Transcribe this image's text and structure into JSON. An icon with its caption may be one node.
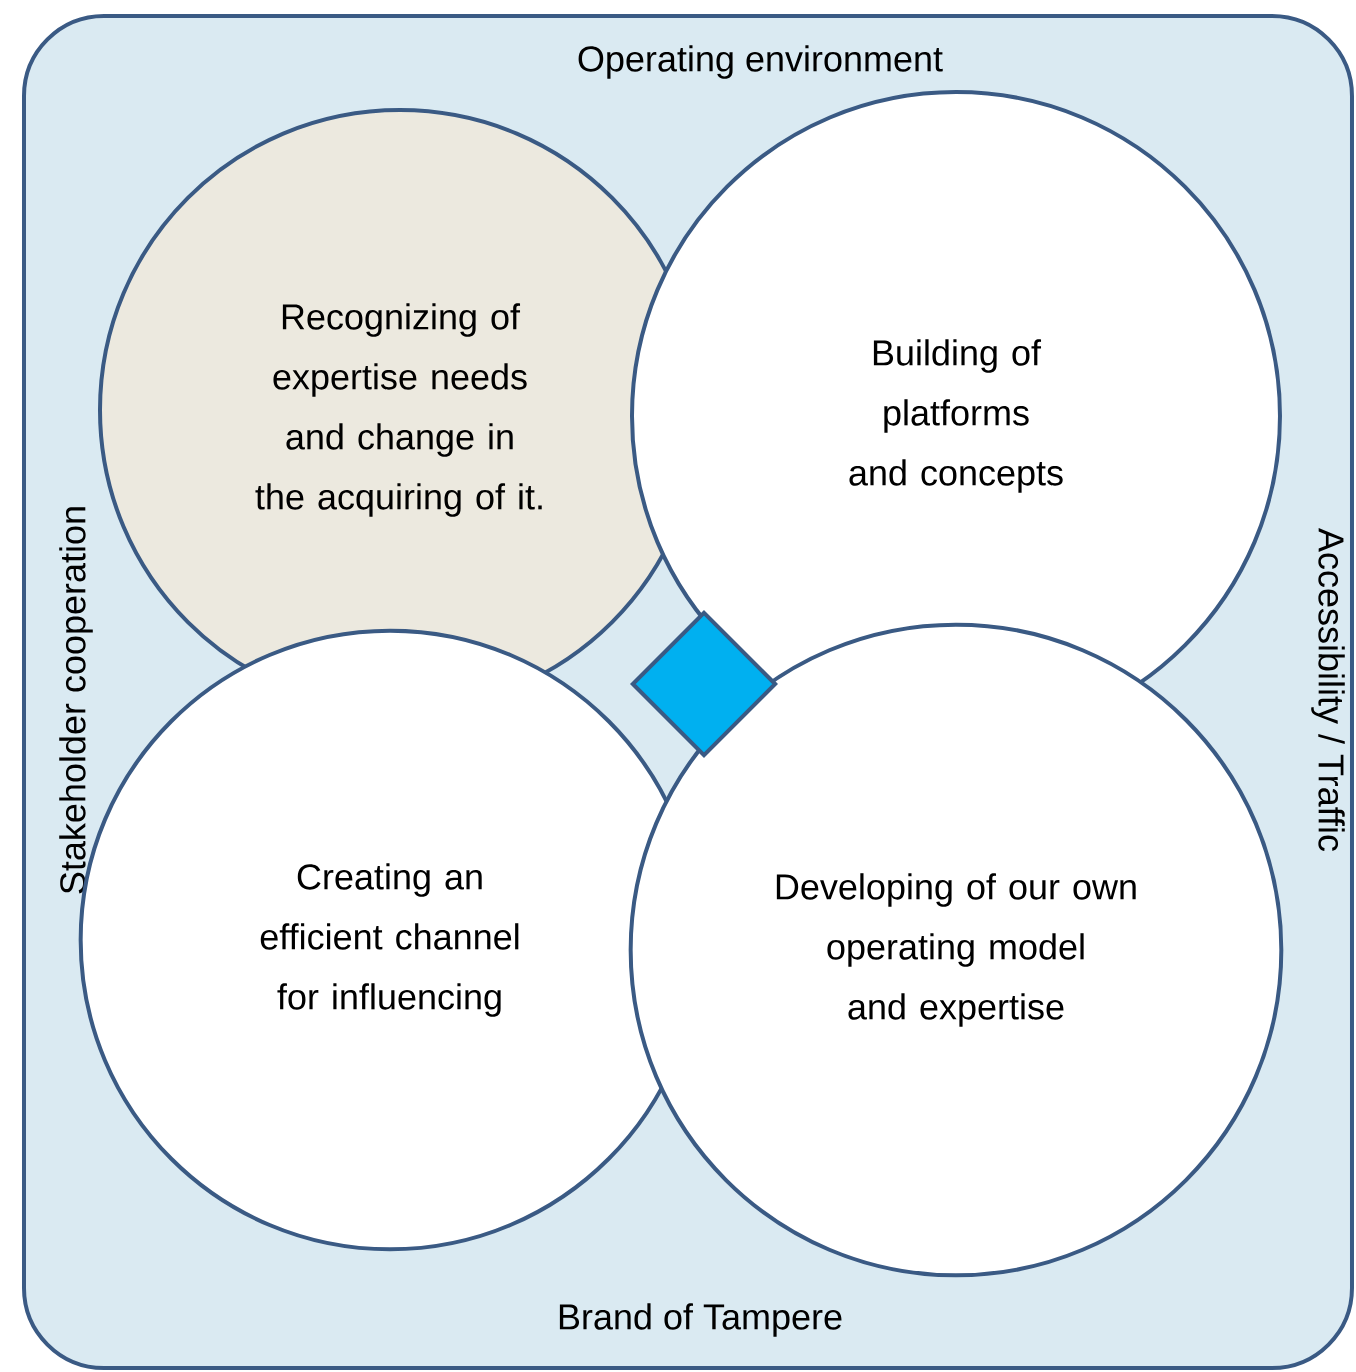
{
  "diagram": {
    "nodes": [
      {
        "text": [
          "Operating environment",
          "Stakeholder cooperation",
          "Accessibility / Traffic",
          "Brand of Tampere"
        ]
      },
      {
        "text": [
          "Recognizing of expertise needs and change in the acquiring of it."
        ],
        "in": 0
      },
      {
        "text": [
          "Building of platforms and concepts"
        ],
        "in": 0
      },
      {
        "text": [
          "Creating an efficient channel for influencing"
        ],
        "in": 0
      },
      {
        "text": [
          "Developing of our own operating model and expertise"
        ],
        "in": 0
      },
      {
        "text": [],
        "shape": "diamond",
        "in": 0
      }
    ]
  }
}
